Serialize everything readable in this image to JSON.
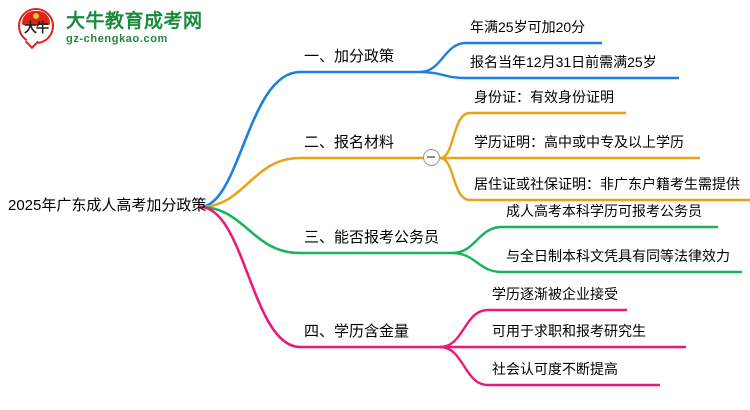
{
  "logo": {
    "mark_glyph": "大牛",
    "title": "大牛教育成考网",
    "subtitle": "gz-chengkao.com",
    "brand_green": "#1a8a3c",
    "brand_red": "#d8261c"
  },
  "mindmap": {
    "root": {
      "label": "2025年广东成人高考加分政策"
    },
    "collapse_toggle": {
      "state": "expanded",
      "symbol": "−"
    },
    "branches": [
      {
        "index": "1",
        "label": "一、加分政策",
        "color": "#1f7fe0",
        "children": [
          {
            "label": "年满25岁可加20分"
          },
          {
            "label": "报名当年12月31日前需满25岁"
          }
        ]
      },
      {
        "index": "2",
        "label": "二、报名材料",
        "color": "#e8a317",
        "children": [
          {
            "label": "身份证：有效身份证明"
          },
          {
            "label": "学历证明：高中或中专及以上学历"
          },
          {
            "label": "居住证或社保证明：非广东户籍考生需提供"
          }
        ]
      },
      {
        "index": "3",
        "label": "三、能否报考公务员",
        "color": "#18b35c",
        "children": [
          {
            "label": "成人高考本科学历可报考公务员"
          },
          {
            "label": "与全日制本科文凭具有同等法律效力"
          }
        ]
      },
      {
        "index": "4",
        "label": "四、学历含金量",
        "color": "#ec1a74",
        "children": [
          {
            "label": "学历逐渐被企业接受"
          },
          {
            "label": "可用于求职和报考研究生"
          },
          {
            "label": "社会认可度不断提高"
          }
        ]
      }
    ]
  }
}
